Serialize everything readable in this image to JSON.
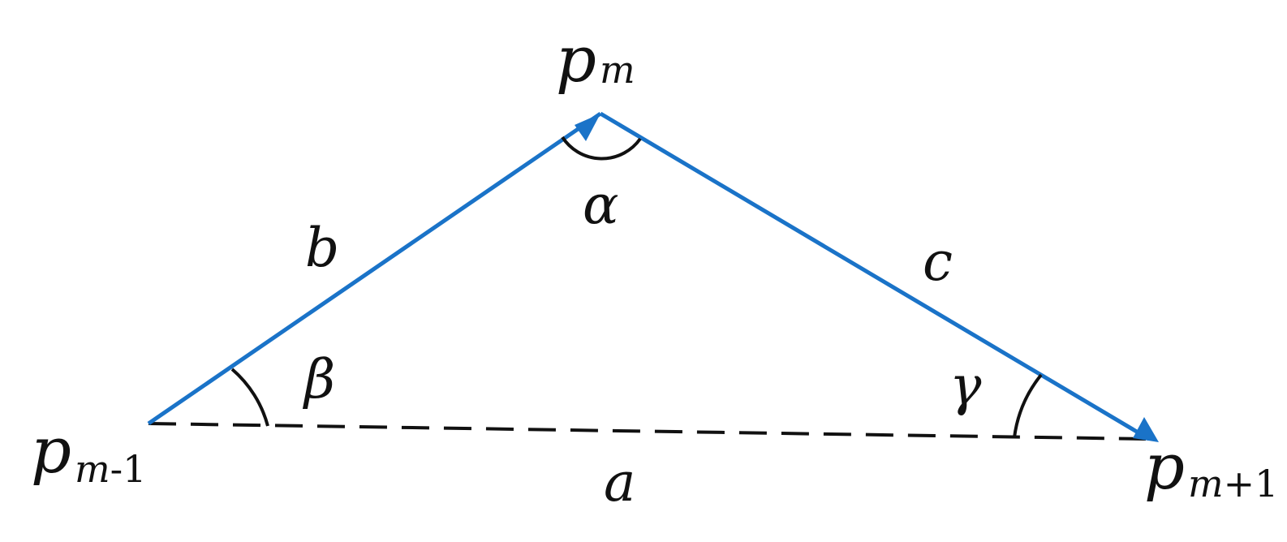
{
  "diagram": {
    "points": {
      "p_prev": {
        "base": "p",
        "sub_var": "m",
        "sub_rest": "-1"
      },
      "p_mid": {
        "base": "p",
        "sub_var": "m",
        "sub_rest": ""
      },
      "p_next": {
        "base": "p",
        "sub_var": "m",
        "sub_rest": "+1"
      }
    },
    "sides": {
      "a": "a",
      "b": "b",
      "c": "c"
    },
    "angles": {
      "alpha": "α",
      "beta": "β",
      "gamma": "γ"
    },
    "colors": {
      "vector": "#1a73c8",
      "baseline": "#111111",
      "arc": "#111111"
    }
  }
}
